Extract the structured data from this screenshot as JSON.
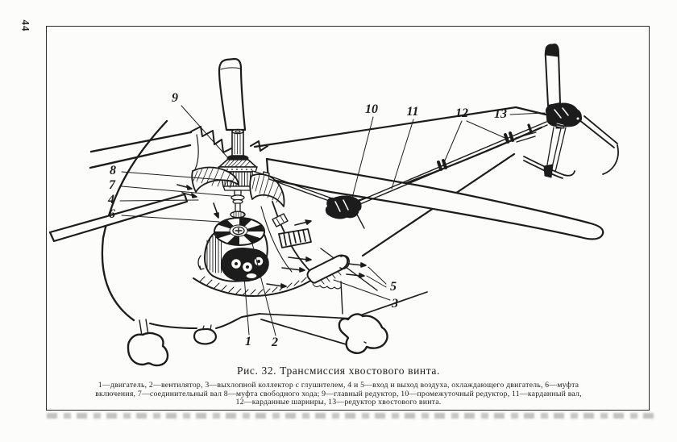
{
  "page": {
    "number": "44"
  },
  "figure": {
    "caption": {
      "title": "Рис. 32. Трансмиссия хвостового винта.",
      "legend_lines": [
        "1—двигатель, 2—вентилятор, 3—выхлопной коллектор с глушителем, 4 и 5—вход и выход воздуха, охлаждающего двигатель, 6—муфта",
        "включения, 7—соединительный вал 8—муфта свободного хода; 9—главный редуктор, 10—промежуточный редуктор, 11—карданный вал,",
        "12—карданные шарниры, 13—редуктор хвостового винта."
      ]
    },
    "callouts": [
      "1",
      "2",
      "3",
      "4",
      "5",
      "6",
      "7",
      "8",
      "9",
      "10",
      "11",
      "12",
      "13"
    ]
  },
  "colors": {
    "ink": "#1c1c1c",
    "paper": "#fcfcfa"
  }
}
